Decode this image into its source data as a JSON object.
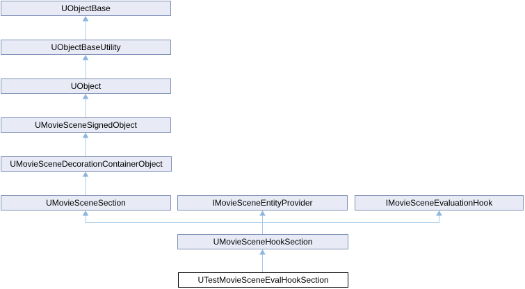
{
  "diagram": {
    "type": "class-inheritance-graph",
    "nodes": [
      {
        "id": "uobjectbase",
        "label": "UObjectBase",
        "current": false
      },
      {
        "id": "uobjectbaseutility",
        "label": "UObjectBaseUtility",
        "current": false
      },
      {
        "id": "uobject",
        "label": "UObject",
        "current": false
      },
      {
        "id": "umoviescenesignedobject",
        "label": "UMovieSceneSignedObject",
        "current": false
      },
      {
        "id": "umoviescenedecorationcontainerobject",
        "label": "UMovieSceneDecorationContainerObject",
        "current": false
      },
      {
        "id": "umoviescenesection",
        "label": "UMovieSceneSection",
        "current": false
      },
      {
        "id": "imoviesceneentityprovider",
        "label": "IMovieSceneEntityProvider",
        "current": false
      },
      {
        "id": "imoviesceneevaluationhook",
        "label": "IMovieSceneEvaluationHook",
        "current": false
      },
      {
        "id": "umoviescenehooksection",
        "label": "UMovieSceneHookSection",
        "current": false
      },
      {
        "id": "utestmoviesceneevalhooksection",
        "label": "UTestMovieSceneEvalHookSection",
        "current": true
      }
    ],
    "edges": [
      {
        "from": "UObjectBaseUtility",
        "to": "UObjectBase"
      },
      {
        "from": "UObject",
        "to": "UObjectBaseUtility"
      },
      {
        "from": "UMovieSceneSignedObject",
        "to": "UObject"
      },
      {
        "from": "UMovieSceneDecorationContainerObject",
        "to": "UMovieSceneSignedObject"
      },
      {
        "from": "UMovieSceneSection",
        "to": "UMovieSceneDecorationContainerObject"
      },
      {
        "from": "UMovieSceneHookSection",
        "to": "UMovieSceneSection"
      },
      {
        "from": "UMovieSceneHookSection",
        "to": "IMovieSceneEntityProvider"
      },
      {
        "from": "UMovieSceneHookSection",
        "to": "IMovieSceneEvaluationHook"
      },
      {
        "from": "UTestMovieSceneEvalHookSection",
        "to": "UMovieSceneHookSection"
      }
    ],
    "colors": {
      "node_fill": "#e8ebf6",
      "node_border": "#7e90b5",
      "current_node_fill": "#ffffff",
      "current_node_border": "#000000",
      "edge": "#a4cbeb",
      "arrowhead": "#8eb6dc",
      "text": "#000000",
      "background": "#ffffff"
    }
  }
}
